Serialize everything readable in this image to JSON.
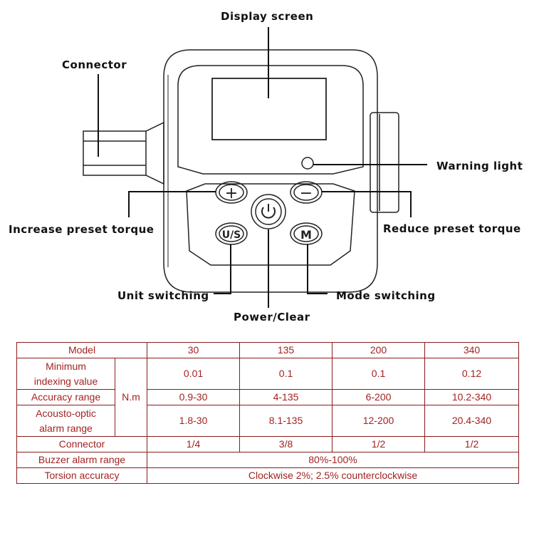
{
  "labels": {
    "display_screen": "Display screen",
    "connector": "Connector",
    "warning_light": "Warning light",
    "increase_preset_torque": "Increase preset torque",
    "reduce_preset_torque": "Reduce preset torque",
    "unit_switching": "Unit switching",
    "mode_switching": "Mode switching",
    "power_clear": "Power/Clear"
  },
  "buttons": {
    "plus": "+",
    "minus": "−",
    "us": "U/S",
    "m": "M"
  },
  "table": {
    "header": {
      "label": "Model",
      "models": [
        "30",
        "135",
        "200",
        "340"
      ]
    },
    "unit": "N.m",
    "min_indexing": {
      "label_line1": "Minimum",
      "label_line2": "indexing value",
      "values": [
        "0.01",
        "0.1",
        "0.1",
        "0.12"
      ]
    },
    "accuracy_range": {
      "label": "Accuracy range",
      "values": [
        "0.9-30",
        "4-135",
        "6-200",
        "10.2-340"
      ]
    },
    "acousto_optic": {
      "label_line1": "Acousto-optic",
      "label_line2": "alarm range",
      "values": [
        "1.8-30",
        "8.1-135",
        "12-200",
        "20.4-340"
      ]
    },
    "connector": {
      "label": "Connector",
      "values": [
        "1/4",
        "3/8",
        "1/2",
        "1/2"
      ]
    },
    "buzzer": {
      "label": "Buzzer alarm range",
      "value": "80%-100%"
    },
    "torsion": {
      "label": "Torsion accuracy",
      "value": "Clockwise 2%; 2.5% counterclockwise"
    }
  },
  "colors": {
    "table_text": "#a32222",
    "table_border": "#8a1c1c",
    "outline": "#222222"
  }
}
